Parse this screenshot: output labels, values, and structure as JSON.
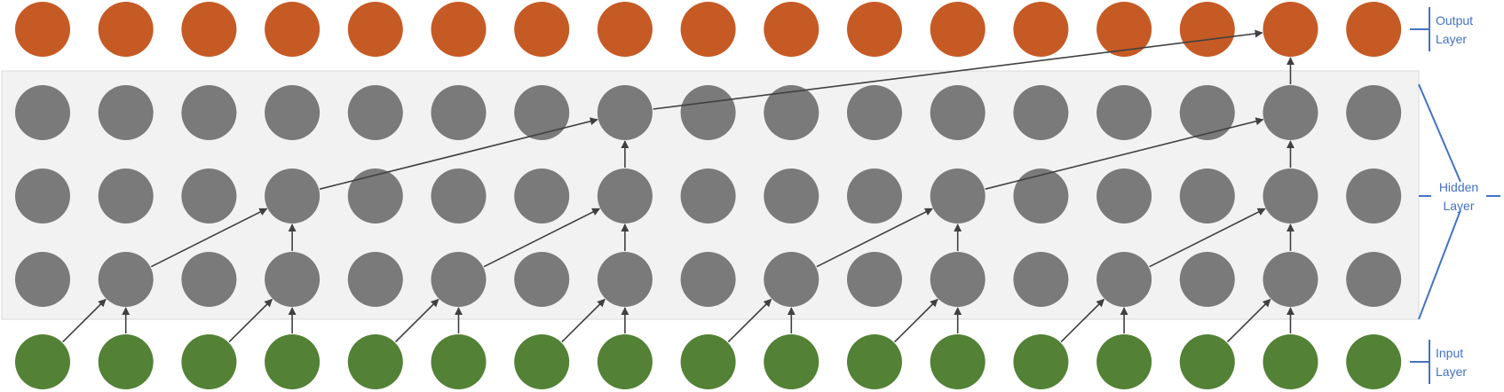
{
  "colors": {
    "output_node": "#c65a25",
    "hidden_node": "#7a7a7a",
    "input_node": "#538135",
    "hidden_panel": "#f2f2f2",
    "hidden_panel_border": "#d9d9d9",
    "arrow": "#404040",
    "label": "#4472c4"
  },
  "grid": {
    "columns": 17,
    "node_rows": [
      "output",
      "hidden",
      "hidden",
      "hidden",
      "input"
    ]
  },
  "labels": {
    "output": [
      "Output",
      "Layer"
    ],
    "hidden": [
      "Hidden",
      "Layer"
    ],
    "input": [
      "Input",
      "Layer"
    ]
  },
  "connections": [
    {
      "from": [
        4,
        0
      ],
      "to": [
        3,
        1
      ]
    },
    {
      "from": [
        4,
        1
      ],
      "to": [
        3,
        1
      ]
    },
    {
      "from": [
        4,
        2
      ],
      "to": [
        3,
        3
      ]
    },
    {
      "from": [
        4,
        3
      ],
      "to": [
        3,
        3
      ]
    },
    {
      "from": [
        4,
        4
      ],
      "to": [
        3,
        5
      ]
    },
    {
      "from": [
        4,
        5
      ],
      "to": [
        3,
        5
      ]
    },
    {
      "from": [
        4,
        6
      ],
      "to": [
        3,
        7
      ]
    },
    {
      "from": [
        4,
        7
      ],
      "to": [
        3,
        7
      ]
    },
    {
      "from": [
        4,
        8
      ],
      "to": [
        3,
        9
      ]
    },
    {
      "from": [
        4,
        9
      ],
      "to": [
        3,
        9
      ]
    },
    {
      "from": [
        4,
        10
      ],
      "to": [
        3,
        11
      ]
    },
    {
      "from": [
        4,
        11
      ],
      "to": [
        3,
        11
      ]
    },
    {
      "from": [
        4,
        12
      ],
      "to": [
        3,
        13
      ]
    },
    {
      "from": [
        4,
        13
      ],
      "to": [
        3,
        13
      ]
    },
    {
      "from": [
        4,
        14
      ],
      "to": [
        3,
        15
      ]
    },
    {
      "from": [
        4,
        15
      ],
      "to": [
        3,
        15
      ]
    },
    {
      "from": [
        3,
        1
      ],
      "to": [
        2,
        3
      ]
    },
    {
      "from": [
        3,
        3
      ],
      "to": [
        2,
        3
      ]
    },
    {
      "from": [
        3,
        5
      ],
      "to": [
        2,
        7
      ]
    },
    {
      "from": [
        3,
        7
      ],
      "to": [
        2,
        7
      ]
    },
    {
      "from": [
        3,
        9
      ],
      "to": [
        2,
        11
      ]
    },
    {
      "from": [
        3,
        11
      ],
      "to": [
        2,
        11
      ]
    },
    {
      "from": [
        3,
        13
      ],
      "to": [
        2,
        15
      ]
    },
    {
      "from": [
        3,
        15
      ],
      "to": [
        2,
        15
      ]
    },
    {
      "from": [
        2,
        3
      ],
      "to": [
        1,
        7
      ]
    },
    {
      "from": [
        2,
        7
      ],
      "to": [
        1,
        7
      ]
    },
    {
      "from": [
        2,
        11
      ],
      "to": [
        1,
        15
      ]
    },
    {
      "from": [
        2,
        15
      ],
      "to": [
        1,
        15
      ]
    },
    {
      "from": [
        1,
        7
      ],
      "to": [
        0,
        15
      ]
    },
    {
      "from": [
        1,
        15
      ],
      "to": [
        0,
        15
      ]
    }
  ]
}
